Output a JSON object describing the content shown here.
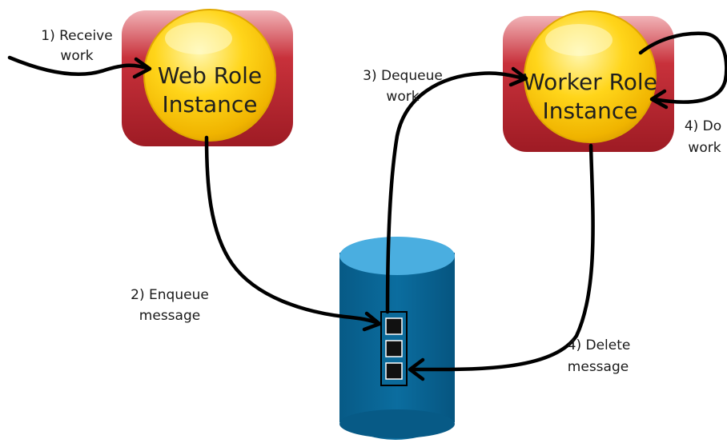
{
  "nodes": {
    "web_role": {
      "line1": "Web Role",
      "line2": "Instance"
    },
    "worker_role": {
      "line1": "Worker Role",
      "line2": "Instance"
    }
  },
  "steps": {
    "receive": {
      "line1": "1) Receive",
      "line2": "work"
    },
    "enqueue": {
      "line1": "2) Enqueue",
      "line2": "message"
    },
    "dequeue": {
      "line1": "3) Dequeue",
      "line2": "work"
    },
    "do_work": {
      "line1": "4) Do",
      "line2": "work"
    },
    "delete": {
      "line1": "4) Delete",
      "line2": "message"
    }
  },
  "colors": {
    "tile_red": "#b3202a",
    "tile_red_light": "#e88a90",
    "orb_yellow": "#f7c400",
    "orb_highlight": "#fff6a8",
    "queue_blue": "#0b6a9a",
    "queue_top": "#4aaee0",
    "queue_slot": "#111111"
  },
  "icons": {
    "queue": "cylinder-queue-icon",
    "message": "message-square-icon"
  }
}
